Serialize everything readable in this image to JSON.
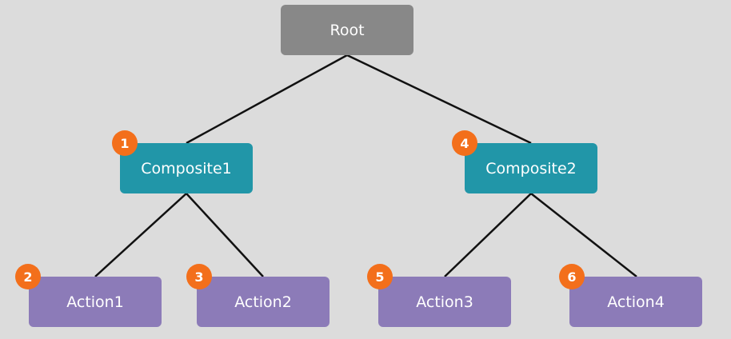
{
  "diagram": {
    "root": {
      "label": "Root"
    },
    "composites": [
      {
        "label": "Composite1",
        "order": "1"
      },
      {
        "label": "Composite2",
        "order": "4"
      }
    ],
    "actions": [
      {
        "label": "Action1",
        "order": "2"
      },
      {
        "label": "Action2",
        "order": "3"
      },
      {
        "label": "Action3",
        "order": "5"
      },
      {
        "label": "Action4",
        "order": "6"
      }
    ]
  },
  "colors": {
    "background": "#dcdcdc",
    "root": "#888888",
    "composite": "#2196a8",
    "action": "#8c7bb8",
    "badge": "#f36f1b",
    "edge": "#111111"
  }
}
